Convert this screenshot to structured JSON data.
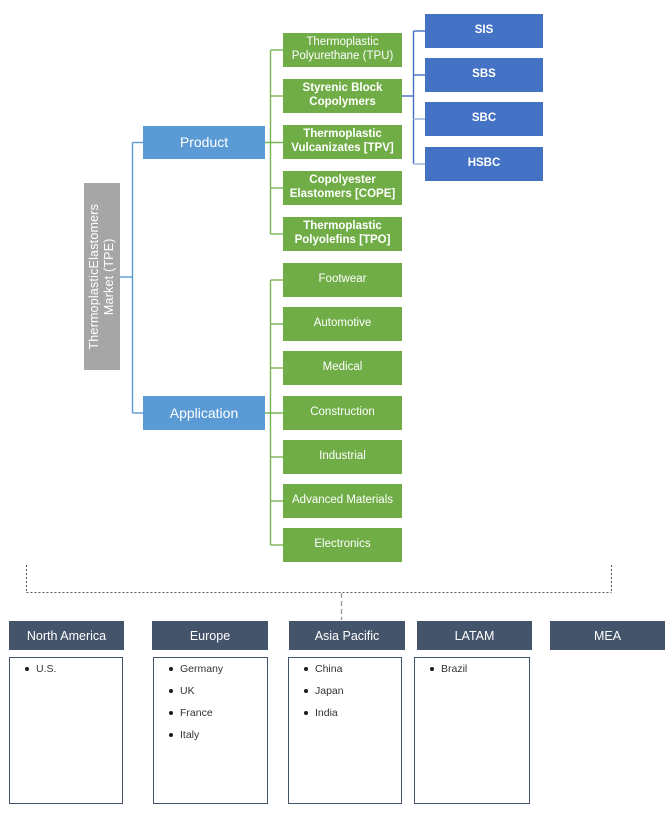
{
  "root": {
    "label": "ThermoplasticElastomers\nMarket (TPE)"
  },
  "product": {
    "label": "Product",
    "items": [
      {
        "label": "Thermoplastic Polyurethane (TPU)"
      },
      {
        "label": "Styrenic Block Copolymers",
        "children": [
          "SIS",
          "SBS",
          "SBC",
          "HSBC"
        ]
      },
      {
        "label": "Thermoplastic Vulcanizates [TPV]"
      },
      {
        "label": "Copolyester Elastomers [COPE]"
      },
      {
        "label": "Thermoplastic Polyolefins [TPO]"
      }
    ]
  },
  "application": {
    "label": "Application",
    "items": [
      {
        "label": "Footwear"
      },
      {
        "label": "Automotive"
      },
      {
        "label": "Medical"
      },
      {
        "label": "Construction"
      },
      {
        "label": "Industrial"
      },
      {
        "label": "Advanced Materials"
      },
      {
        "label": "Electronics"
      }
    ]
  },
  "regions": [
    {
      "label": "North America",
      "items": [
        "U.S."
      ]
    },
    {
      "label": "Europe",
      "items": [
        "Germany",
        "UK",
        "France",
        "Italy"
      ]
    },
    {
      "label": "Asia Pacific",
      "items": [
        "China",
        "Japan",
        "India"
      ]
    },
    {
      "label": "LATAM",
      "items": [
        "Brazil"
      ]
    },
    {
      "label": "MEA",
      "items": []
    }
  ],
  "colors": {
    "root_gray": "#A6A6A6",
    "level1_blue": "#5B9BD5",
    "segment_green": "#70AD47",
    "sub_blue": "#4472C4",
    "sub_connector_light": "#B4C7E7",
    "region_header": "#44546A",
    "dashed_line": "#595959"
  }
}
